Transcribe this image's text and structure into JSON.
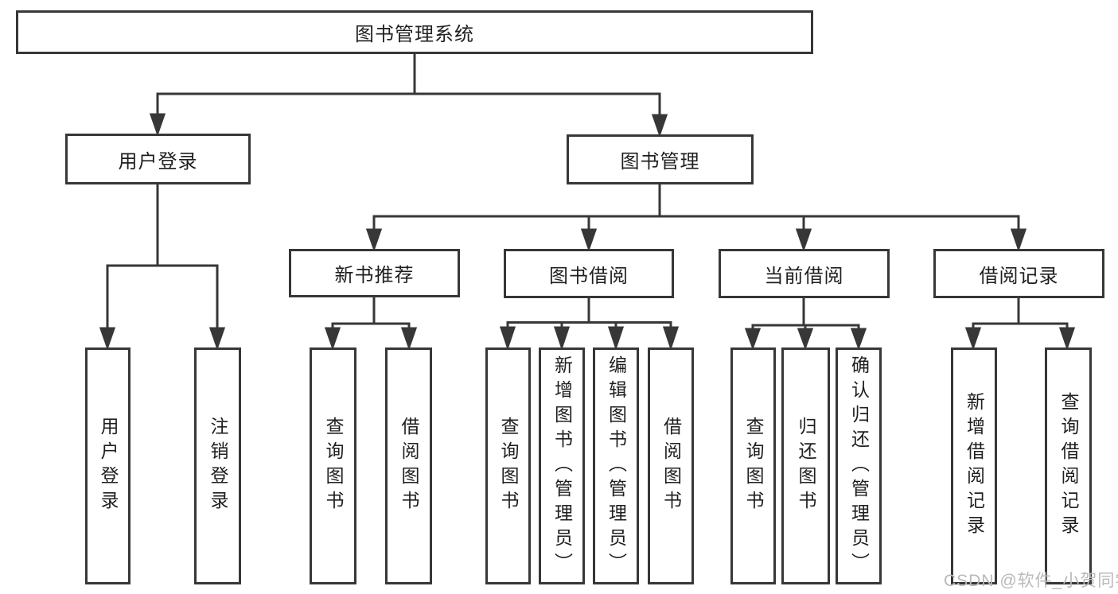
{
  "diagram": {
    "type": "function-structure-tree",
    "tree": {
      "root": {
        "label": "图书管理系统"
      },
      "level2": [
        {
          "label": "用户登录",
          "children": [
            {
              "label": "用户登录"
            },
            {
              "label": "注销登录"
            }
          ]
        },
        {
          "label": "图书管理",
          "children": [
            {
              "label": "新书推荐",
              "children": [
                {
                  "label": "查询图书"
                },
                {
                  "label": "借阅图书"
                }
              ]
            },
            {
              "label": "图书借阅",
              "children": [
                {
                  "label": "查询图书"
                },
                {
                  "label": "新增图书（管理员）"
                },
                {
                  "label": "编辑图书（管理员）"
                },
                {
                  "label": "借阅图书"
                }
              ]
            },
            {
              "label": "当前借阅",
              "children": [
                {
                  "label": "查询图书"
                },
                {
                  "label": "归还图书"
                },
                {
                  "label": "确认归还（管理员）"
                }
              ]
            },
            {
              "label": "借阅记录",
              "children": [
                {
                  "label": "新增借阅记录"
                },
                {
                  "label": "查询借阅记录"
                }
              ]
            }
          ]
        }
      ]
    },
    "colors": {
      "line": "#373737",
      "box_border": "#373737",
      "box_fill": "#ffffff",
      "text": "#1f1f1f",
      "background": "#ffffff",
      "watermark": "#b9b9b9"
    }
  },
  "watermark": {
    "text": "CSDN @软件_小贺同学"
  }
}
